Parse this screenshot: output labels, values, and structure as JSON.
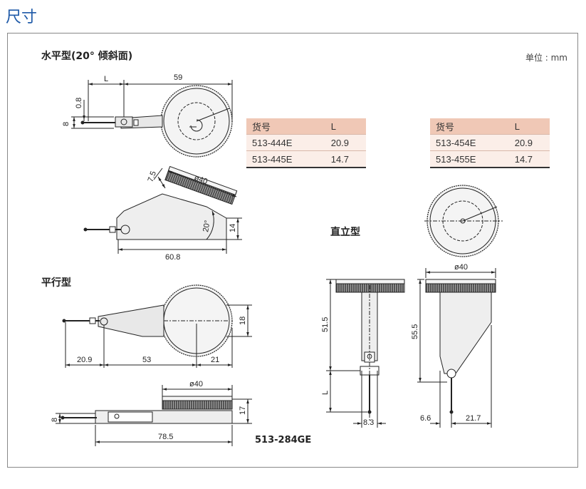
{
  "page": {
    "title": "尺寸",
    "unit": "单位 : mm"
  },
  "sections": {
    "horizontal": "水平型(20° 倾斜面)",
    "parallel": "平行型",
    "vertical": "直立型"
  },
  "tables": [
    {
      "headers": [
        "货号",
        "L"
      ],
      "rows": [
        [
          "513-444E",
          "20.9"
        ],
        [
          "513-445E",
          "14.7"
        ]
      ]
    },
    {
      "headers": [
        "货号",
        "L"
      ],
      "rows": [
        [
          "513-454E",
          "20.9"
        ],
        [
          "513-455E",
          "14.7"
        ]
      ]
    }
  ],
  "dimensions": {
    "h_L": "L",
    "h_59": "59",
    "h_08": "0.8",
    "h_8": "8",
    "h_75": "7.5",
    "h_40": "ø40",
    "h_20deg": "20°",
    "h_14": "14",
    "h_608": "60.8",
    "p_209": "20.9",
    "p_53": "53",
    "p_21": "21",
    "p_18": "18",
    "p_40": "ø40",
    "p_8": "8",
    "p_17": "17",
    "p_785": "78.5",
    "v_515": "51.5",
    "v_L": "L",
    "v_83": "8.3",
    "v_40": "ø40",
    "v_555": "55.5",
    "v_66": "6.6",
    "v_217": "21.7"
  },
  "model": "513-284GE"
}
